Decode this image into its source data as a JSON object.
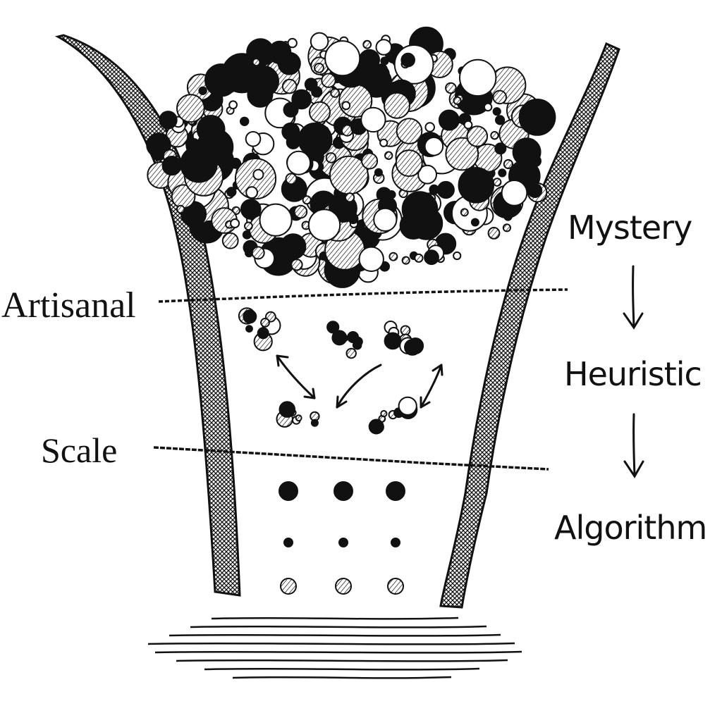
{
  "left_labels": {
    "top": "Artisanal",
    "bottom": "Scale"
  },
  "right_labels": {
    "stage_1": "Mystery",
    "stage_2": "Heuristic",
    "stage_3": "Algorithm"
  },
  "icons": {
    "stage_arrow": "down-arrow-icon"
  },
  "colors": {
    "ink": "#111111",
    "paper": "#ffffff"
  }
}
